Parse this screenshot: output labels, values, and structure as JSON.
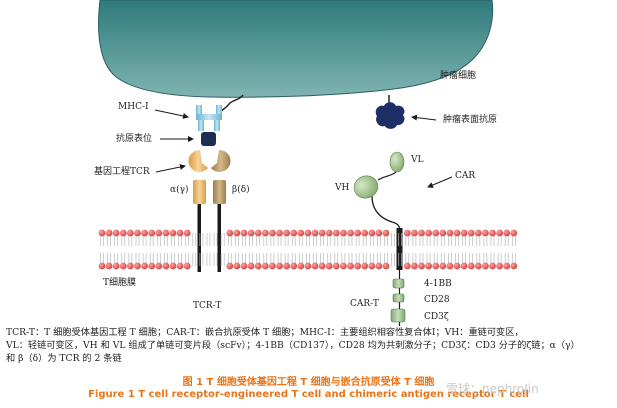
{
  "labels": {
    "tumor_cell": "肿瘤细胞",
    "tumor_antigen": "肿瘤表面抗原",
    "mhc": "MHC-Ⅰ",
    "epitope": "抗原表位",
    "engineered_tcr": "基因工程TCR",
    "alpha_gamma": "α(γ)",
    "beta_delta": "β(δ)",
    "vl": "VL",
    "vh": "VH",
    "car": "CAR",
    "t_membrane": "T细胞膜",
    "tcr_t": "TCR-T",
    "car_t": "CAR-T",
    "bb": "4-1BB",
    "cd28": "CD28",
    "cd3z": "CD3ζ"
  },
  "caption": {
    "note_line1": "TCR-T：T 细胞受体基因工程 T 细胞；CAR-T：嵌合抗原受体 T 细胞；MHC-Ⅰ：主要组织相容性复合体Ⅰ；VH：重链可变区，",
    "note_line2": "VL：轻链可变区，VH 和 VL 组成了单链可变片段（scFv）；4-1BB（CD137），CD28 均为共刺激分子；CD3ζ：CD3 分子的ζ链；α（γ）",
    "note_line3": "和 β（δ）为 TCR 的 2 条链",
    "title_zh": "图 1  T 细胞受体基因工程 T 细胞与嵌合抗原受体 T 细胞",
    "title_en": "Figure 1  T cell receptor-engineered T cell and chimeric antigen receptor T cell"
  },
  "watermark": "雪球：nephroJin",
  "colors": {
    "tumor_cell": "#3f8c8c",
    "membrane_head": "#e05a5a",
    "mhc": "#9fd3e6",
    "epitope": "#1e2d52",
    "tcr_variable": "#c9a66e",
    "tcr_alpha": "#e6b86a",
    "tcr_beta": "#b79a6a",
    "antigen": "#1e2f66",
    "scfv": "#9ec08a",
    "car_domain": "#a7c79a",
    "caption_title": "#e8751a"
  }
}
